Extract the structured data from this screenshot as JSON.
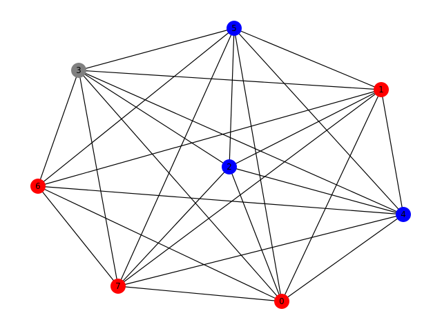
{
  "graph": {
    "nodes": [
      {
        "id": "0",
        "label": "0",
        "color": "#ff0000"
      },
      {
        "id": "1",
        "label": "1",
        "color": "#ff0000"
      },
      {
        "id": "2",
        "label": "2",
        "color": "#0000ff"
      },
      {
        "id": "3",
        "label": "3",
        "color": "#808080"
      },
      {
        "id": "4",
        "label": "4",
        "color": "#0000ff"
      },
      {
        "id": "5",
        "label": "5",
        "color": "#0000ff"
      },
      {
        "id": "6",
        "label": "6",
        "color": "#ff0000"
      },
      {
        "id": "7",
        "label": "7",
        "color": "#ff0000"
      }
    ],
    "edges": [
      [
        "0",
        "1"
      ],
      [
        "0",
        "2"
      ],
      [
        "0",
        "3"
      ],
      [
        "0",
        "4"
      ],
      [
        "0",
        "5"
      ],
      [
        "0",
        "6"
      ],
      [
        "0",
        "7"
      ],
      [
        "1",
        "2"
      ],
      [
        "1",
        "3"
      ],
      [
        "1",
        "4"
      ],
      [
        "1",
        "5"
      ],
      [
        "1",
        "6"
      ],
      [
        "1",
        "7"
      ],
      [
        "2",
        "3"
      ],
      [
        "2",
        "4"
      ],
      [
        "2",
        "5"
      ],
      [
        "2",
        "7"
      ],
      [
        "3",
        "4"
      ],
      [
        "3",
        "5"
      ],
      [
        "3",
        "6"
      ],
      [
        "3",
        "7"
      ],
      [
        "4",
        "5"
      ],
      [
        "4",
        "6"
      ],
      [
        "4",
        "7"
      ],
      [
        "5",
        "6"
      ],
      [
        "5",
        "7"
      ],
      [
        "6",
        "7"
      ]
    ]
  }
}
